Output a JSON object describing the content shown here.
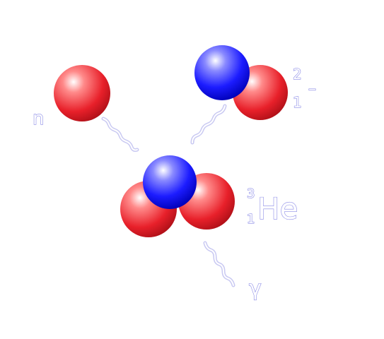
{
  "colors": {
    "proton": "#e8202a",
    "neutron": "#1c1cff",
    "label_outline": "#8a8ae6",
    "wave": "#c9c9f2"
  },
  "labels": {
    "neutron_symbol": "n",
    "deuteron_mass": "2",
    "deuteron_charge": "1",
    "deuteron_dash": "–",
    "helium_mass": "3",
    "helium_charge": "1",
    "helium_symbol": "He",
    "gamma": "γ"
  }
}
